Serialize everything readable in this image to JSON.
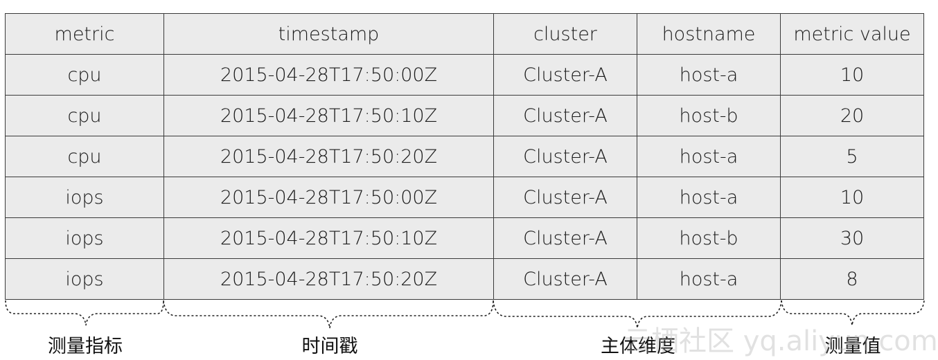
{
  "table": {
    "headers": [
      "metric",
      "timestamp",
      "cluster",
      "hostname",
      "metric value"
    ],
    "rows": [
      [
        "cpu",
        "2015-04-28T17:50:00Z",
        "Cluster-A",
        "host-a",
        "10"
      ],
      [
        "cpu",
        "2015-04-28T17:50:10Z",
        "Cluster-A",
        "host-b",
        "20"
      ],
      [
        "cpu",
        "2015-04-28T17:50:20Z",
        "Cluster-A",
        "host-a",
        "5"
      ],
      [
        "iops",
        "2015-04-28T17:50:00Z",
        "Cluster-A",
        "host-a",
        "10"
      ],
      [
        "iops",
        "2015-04-28T17:50:10Z",
        "Cluster-A",
        "host-b",
        "30"
      ],
      [
        "iops",
        "2015-04-28T17:50:20Z",
        "Cluster-A",
        "host-a",
        "8"
      ]
    ]
  },
  "annotations": {
    "metric": "测量指标",
    "timestamp": "时间戳",
    "dimensions": "主体维度",
    "value": "测量值"
  },
  "watermark": "云栖社区 yq.aliyun.com",
  "colors": {
    "cell_background": "#ebebeb",
    "border": "#3a3a3a",
    "text": "#1a1a1a"
  }
}
